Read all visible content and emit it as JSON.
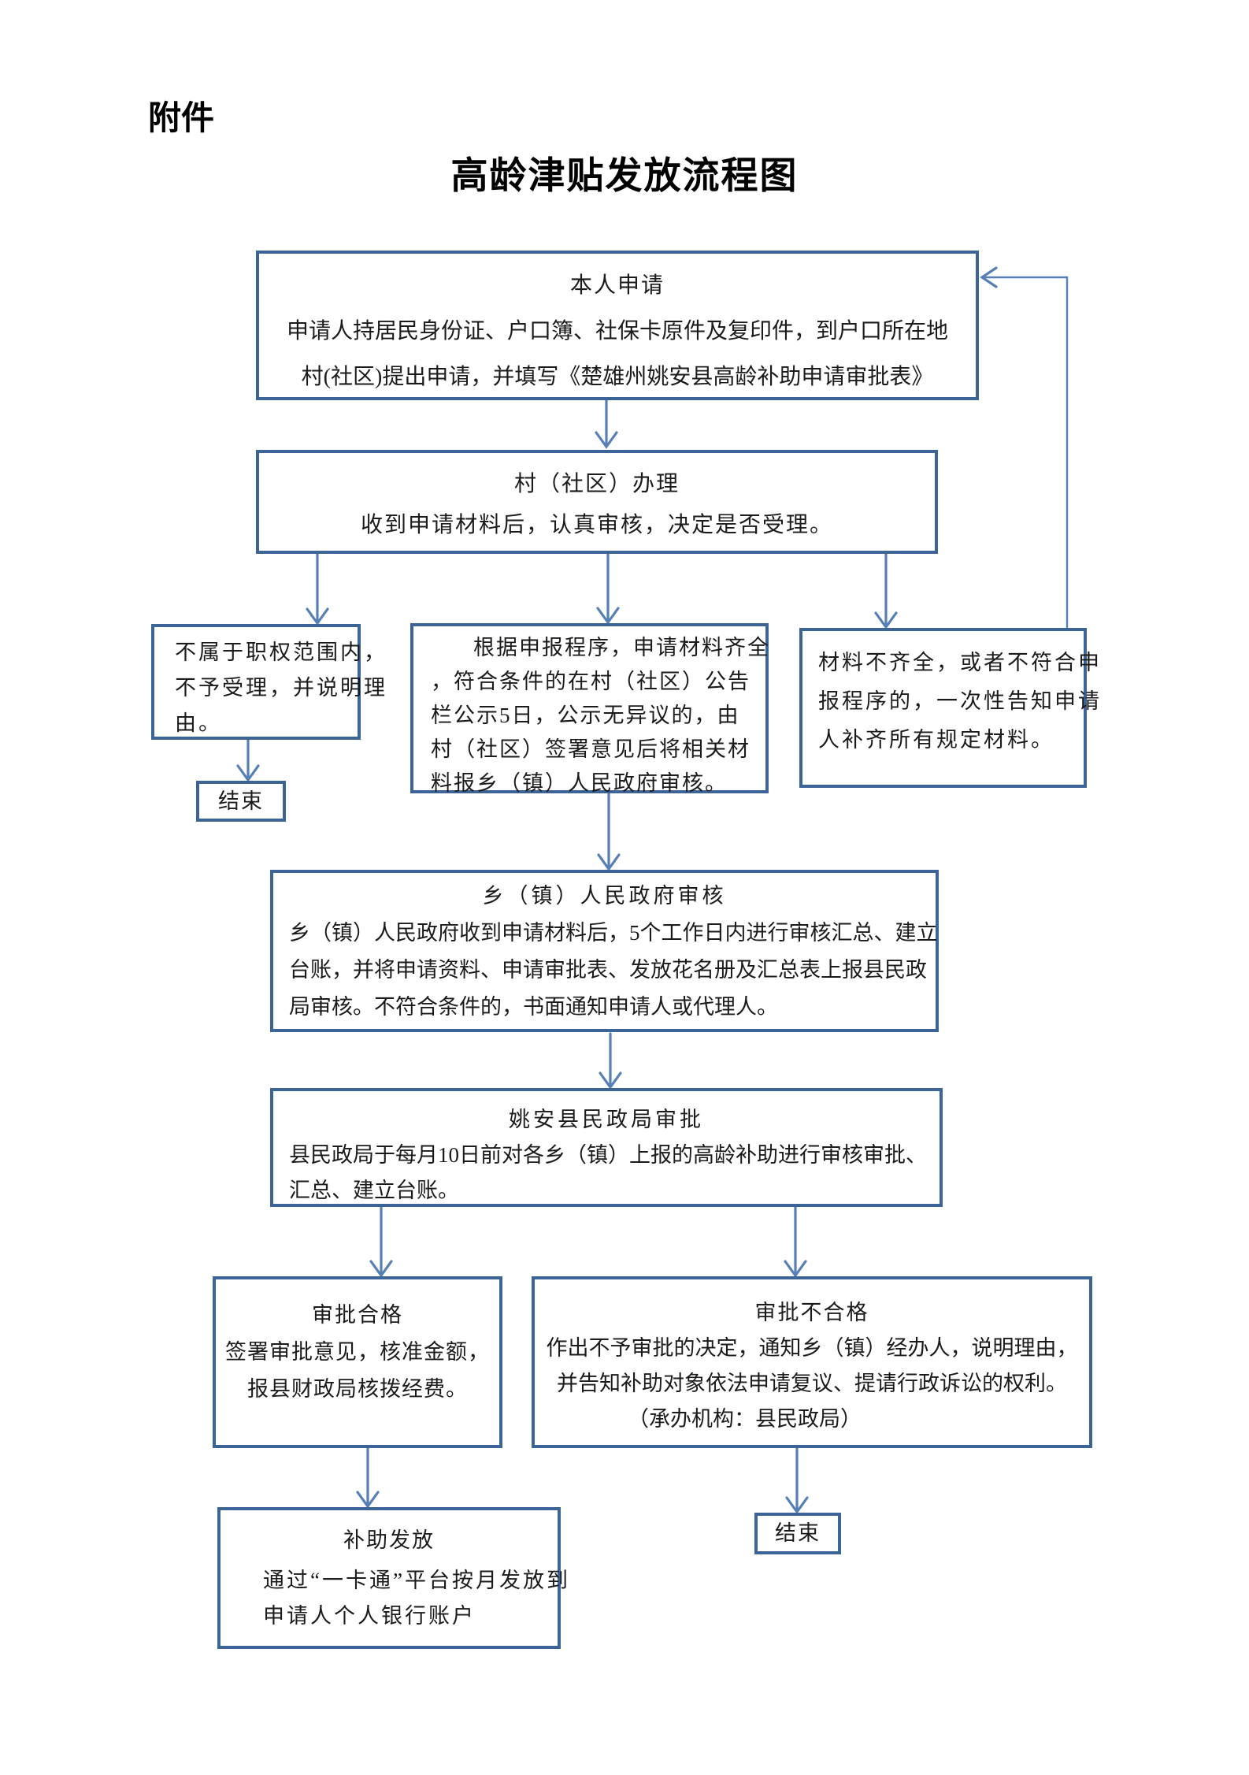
{
  "page": {
    "attachment_label": "附件",
    "title": "高龄津贴发放流程图"
  },
  "flowchart": {
    "colors": {
      "box_border": "#3d6496",
      "arrow": "#567fb6",
      "text": "#1b1b1b"
    },
    "boxes": {
      "apply": {
        "title": "本人申请",
        "lines": [
          "申请人持居民身份证、户口簿、社保卡原件及复印件，到户口所在地",
          "村(社区)提出申请，并填写《楚雄州姚安县高龄补助申请审批表》"
        ]
      },
      "village": {
        "title": "村（社区）办理",
        "lines": [
          "收到申请材料后，认真审核，决定是否受理。"
        ]
      },
      "reject_scope": {
        "lines": [
          "不属于职权范围内，",
          "不予受理，并说明理",
          "由。"
        ]
      },
      "publicity": {
        "lines": [
          "根据申报程序，申请材料齐全",
          "，符合条件的在村（社区）公告",
          "栏公示5日，公示无异议的，由",
          "村（社区）签署意见后将相关材",
          "料报乡（镇）人民政府审核。"
        ]
      },
      "incomplete": {
        "lines": [
          "材料不齐全，或者不符合申",
          "报程序的，一次性告知申请",
          "人补齐所有规定材料。"
        ]
      },
      "end_left": {
        "title": "结束"
      },
      "town_review": {
        "title": "乡（镇）人民政府审核",
        "lines": [
          "乡（镇）人民政府收到申请材料后，5个工作日内进行审核汇总、建立",
          "台账，并将申请资料、申请审批表、发放花名册及汇总表上报县民政",
          "局审核。不符合条件的，书面通知申请人或代理人。"
        ]
      },
      "county_approval": {
        "title": "姚安县民政局审批",
        "lines": [
          "县民政局于每月10日前对各乡（镇）上报的高龄补助进行审核审批、",
          "汇总、建立台账。"
        ]
      },
      "approved": {
        "title": "审批合格",
        "lines": [
          "签署审批意见，核准金额，",
          "报县财政局核拨经费。"
        ]
      },
      "not_approved": {
        "title": "审批不合格",
        "lines": [
          "作出不予审批的决定，通知乡（镇）经办人，说明理由，",
          "并告知补助对象依法申请复议、提请行政诉讼的权利。",
          "（承办机构：县民政局）"
        ]
      },
      "issue": {
        "title": "补助发放",
        "lines": [
          "通过“一卡通”平台按月发放到",
          "申请人个人银行账户"
        ]
      },
      "end_bottom": {
        "title": "结束"
      }
    }
  }
}
